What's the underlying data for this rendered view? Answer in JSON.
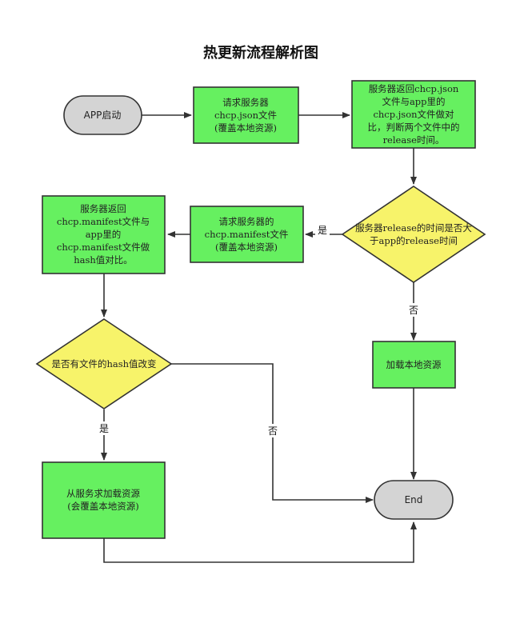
{
  "title": "热更新流程解析图",
  "colors": {
    "process_fill": "#66f060",
    "decision_fill": "#f7f36a",
    "terminal_fill": "#d4d4d4",
    "stroke": "#333333"
  },
  "nodes": {
    "app_start": {
      "lines": [
        "APP启动"
      ]
    },
    "request_json": {
      "lines": [
        "请求服务器",
        "chcp.json文件",
        "(覆盖本地资源)"
      ]
    },
    "compare_json": {
      "lines": [
        "服务器返回chcp.json",
        "文件与app里的",
        "chcp.json文件做对",
        "比，判断两个文件中的",
        "release时间。"
      ]
    },
    "release_decision": {
      "lines": [
        "服务器release的时间是否大",
        "于app的release时间"
      ]
    },
    "request_manifest": {
      "lines": [
        "请求服务器的",
        "chcp.manifest文件",
        "(覆盖本地资源)"
      ]
    },
    "compare_manifest": {
      "lines": [
        "服务器返回",
        "chcp.manifest文件与",
        "app里的",
        "chcp.manifest文件做",
        "hash值对比。"
      ]
    },
    "hash_decision": {
      "lines": [
        "是否有文件的hash值改变"
      ]
    },
    "load_local": {
      "lines": [
        "加载本地资源"
      ]
    },
    "load_server": {
      "lines": [
        "从服务求加载资源",
        "(会覆盖本地资源)"
      ]
    },
    "end": {
      "lines": [
        "End"
      ]
    }
  },
  "edge_labels": {
    "release_yes": "是",
    "release_no": "否",
    "hash_yes": "是",
    "hash_no": "否"
  }
}
